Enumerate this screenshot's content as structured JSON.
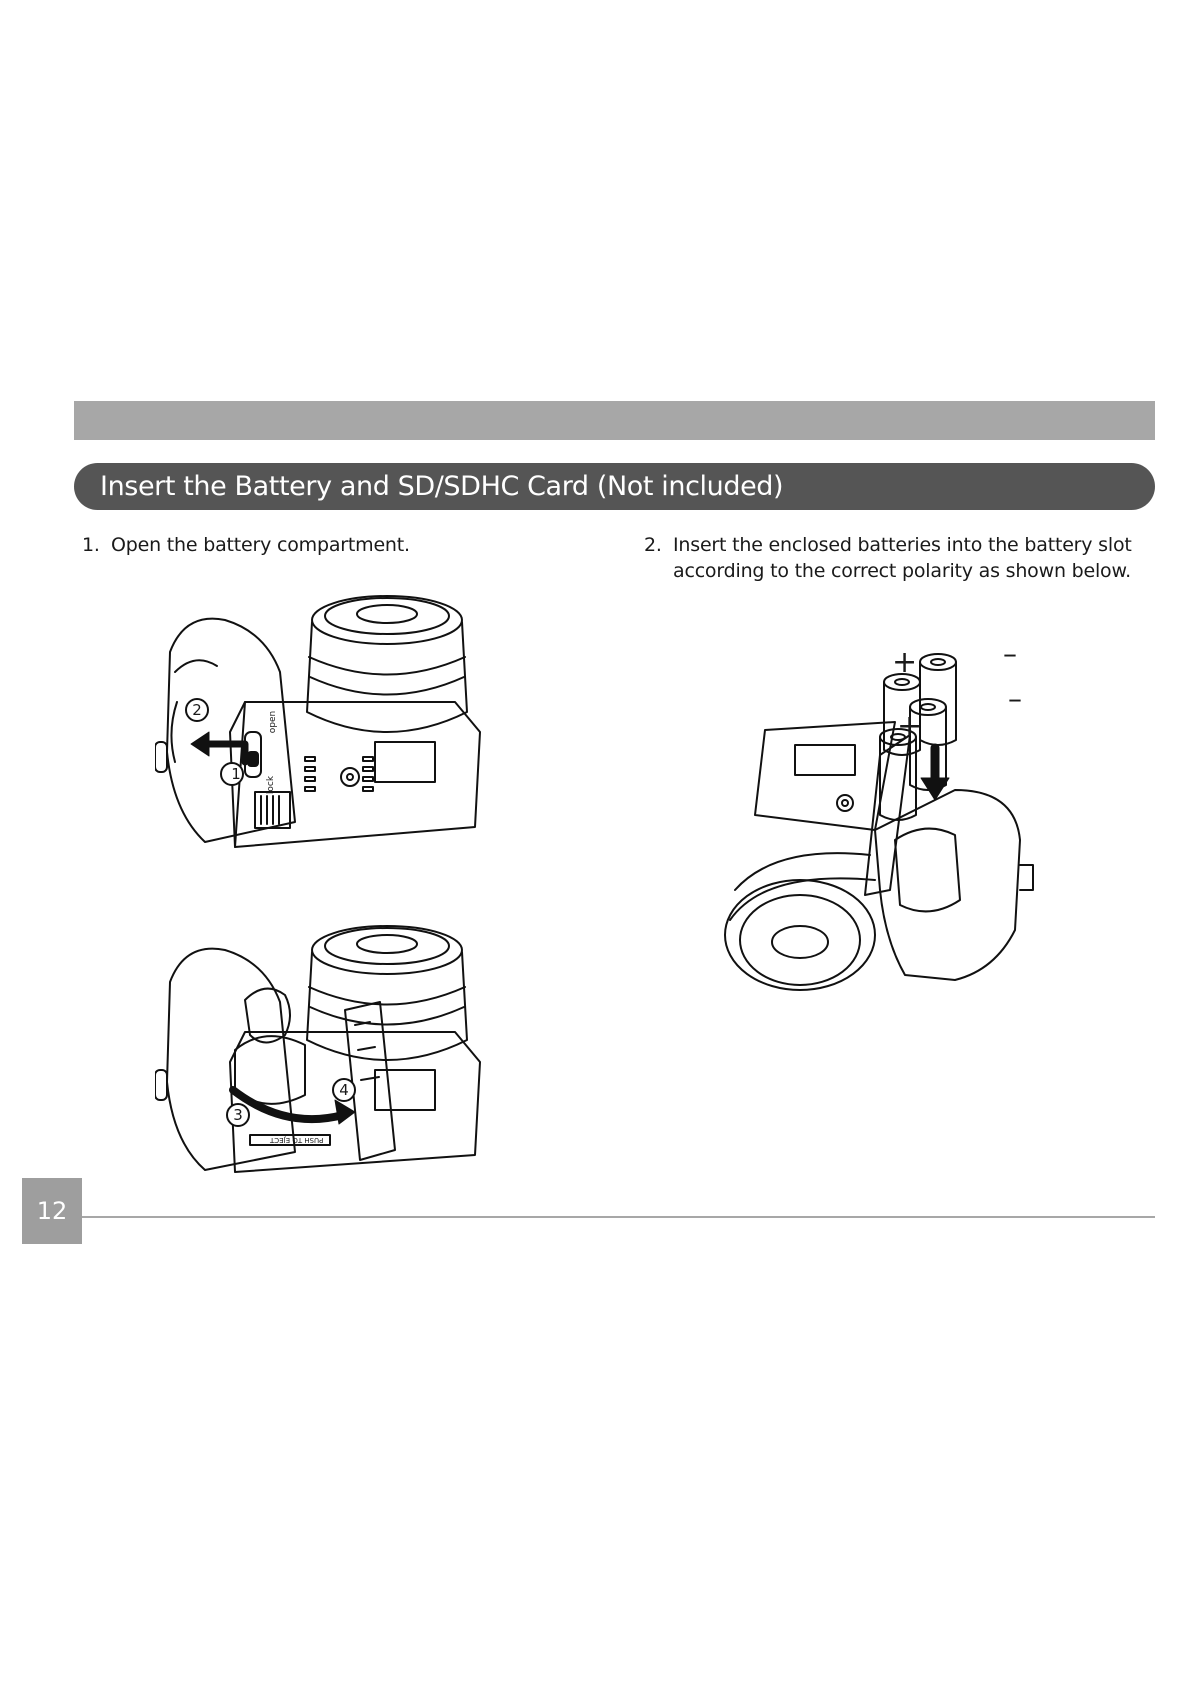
{
  "section": {
    "title": "Insert the Battery and SD/SDHC Card (Not included)"
  },
  "steps": [
    {
      "number": "1.",
      "lines": [
        "Open the battery compartment."
      ]
    },
    {
      "number": "2.",
      "lines": [
        "Insert the enclosed batteries into the battery slot",
        "according to the correct polarity as shown below."
      ]
    }
  ],
  "figures": {
    "open_compartment": {
      "callouts": [
        "1",
        "2"
      ],
      "labels": [
        "open",
        "lock"
      ]
    },
    "door_open": {
      "callouts": [
        "3",
        "4"
      ],
      "labels": [
        "PUSH TO EJECT"
      ]
    },
    "insert_batteries": {
      "plus_sign": "+",
      "minus_sign": "–"
    }
  },
  "page": {
    "number": "12"
  },
  "colors": {
    "band": "#a7a7a7",
    "pill": "#555555",
    "page_box": "#9e9e9e",
    "line_art": "#111111"
  }
}
